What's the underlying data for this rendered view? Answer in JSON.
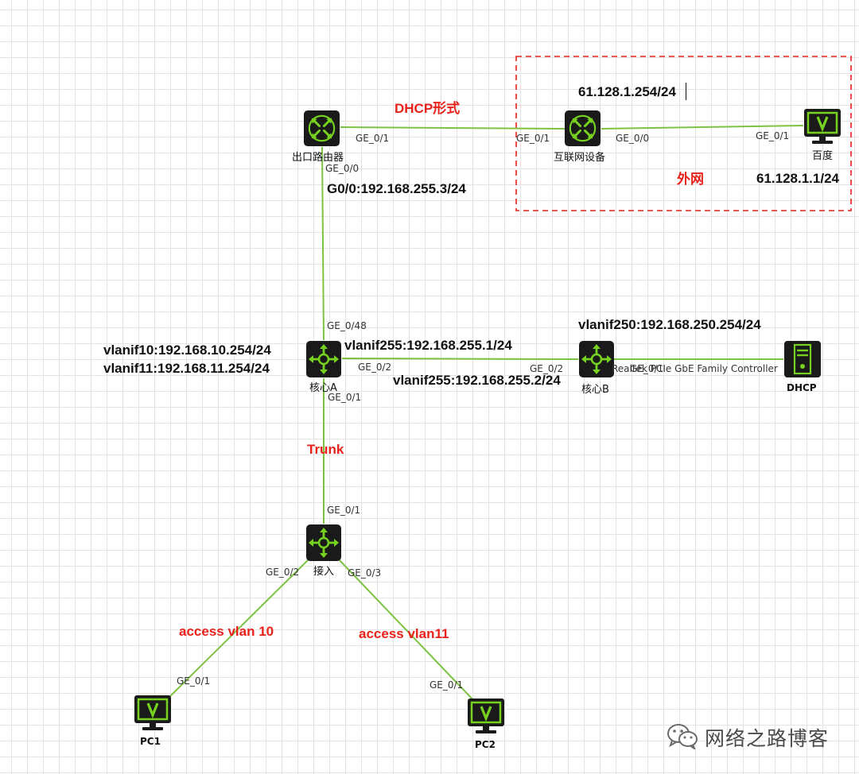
{
  "colors": {
    "link": "#7dc242",
    "icon_bg": "#1a1a1a",
    "icon_accent": "#76d21f",
    "annotation": "#e8211b",
    "ip_text": "#111111",
    "external_box": "#e8211b"
  },
  "devices": {
    "router_exit": {
      "name": "出口路由器",
      "icon": "router-icon"
    },
    "router_internet": {
      "name": "互联网设备",
      "icon": "router-icon"
    },
    "pc_baidu": {
      "name": "百度",
      "icon": "pc-monitor-icon"
    },
    "switch_core_a": {
      "name": "核心A",
      "icon": "l3-switch-icon"
    },
    "switch_core_b": {
      "name": "核心B",
      "icon": "l3-switch-icon"
    },
    "server_dhcp": {
      "name": "DHCP",
      "icon": "server-icon"
    },
    "switch_access": {
      "name": "接入",
      "icon": "l3-switch-icon"
    },
    "pc1": {
      "name": "PC1",
      "icon": "pc-monitor-icon"
    },
    "pc2": {
      "name": "PC2",
      "icon": "pc-monitor-icon"
    }
  },
  "ports": {
    "exit_ge01": "GE_0/1",
    "exit_ge00": "GE_0/0",
    "inet_ge01": "GE_0/1",
    "inet_ge00": "GE_0/0",
    "baidu_ge01": "GE_0/1",
    "corea_ge048": "GE_0/48",
    "corea_ge02": "GE_0/2",
    "corea_ge01": "GE_0/1",
    "coreb_ge02": "GE_0/2",
    "coreb_ge01": "GE_0/1",
    "coreb_nic": "Realtek PCIe GbE Family Controller",
    "access_ge01": "GE_0/1",
    "access_ge02": "GE_0/2",
    "access_ge03": "GE_0/3",
    "pc1_ge01": "GE_0/1",
    "pc2_ge01": "GE_0/1"
  },
  "ip_labels": {
    "inet_ip": "61.128.1.254/24",
    "baidu_ip": "61.128.1.1/24",
    "exit_g00": "G0/0:192.168.255.3/24",
    "vlanif10": "vlanif10:192.168.10.254/24",
    "vlanif11": "vlanif11:192.168.11.254/24",
    "corea_vlanif255": "vlanif255:192.168.255.1/24",
    "coreb_vlanif255": "vlanif255:192.168.255.2/24",
    "coreb_vlanif250": "vlanif250:192.168.250.254/24"
  },
  "annotations": {
    "dhcp_mode": "DHCP形式",
    "external_net": "外网",
    "trunk": "Trunk",
    "access_vlan10": "access vlan 10",
    "access_vlan11": "access vlan11"
  },
  "watermark": {
    "text": "网络之路博客",
    "icon": "wechat-icon"
  }
}
